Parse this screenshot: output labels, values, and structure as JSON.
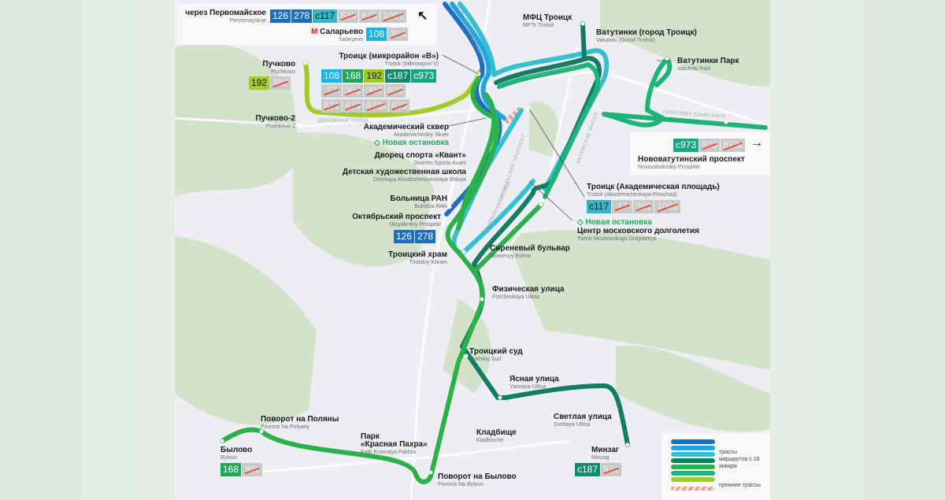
{
  "colors": {
    "dark_blue": "#1f6fbf",
    "light_blue": "#1aa6e0",
    "teal": "#35bfcf",
    "dark_teal": "#137c63",
    "green": "#2bb04a",
    "sea_green": "#1fb37a",
    "lime": "#a6c92a",
    "old": "#f2a08e"
  },
  "top_panel": {
    "via": {
      "ru": "через Первомайское",
      "tr": "Pervomayskoe",
      "badges": [
        {
          "n": "126",
          "c": "#1f6fb8"
        },
        {
          "n": "278",
          "c": "#1f6fb8"
        },
        {
          "n": "с117",
          "c": "#35b5c5",
          "dark": true
        },
        {
          "n": "526",
          "x": true
        },
        {
          "n": "875",
          "x": true
        },
        {
          "n": "1001",
          "x": true
        }
      ],
      "arrow": "↖"
    },
    "salaryevo": {
      "metro": "М",
      "ru": "Саларьево",
      "tr": "Salaryevo",
      "badges": [
        {
          "n": "108",
          "c": "#1ab3e6"
        },
        {
          "n": "304",
          "x": true
        }
      ]
    }
  },
  "stops": {
    "puchkovo": {
      "ru": "Пучково",
      "tr": "Puchkovo",
      "badges": [
        {
          "n": "192",
          "c": "#a6c92a",
          "dark": true
        },
        {
          "n": "302",
          "x": true
        }
      ]
    },
    "troitsk_v": {
      "ru": "Троицк (микрорайон «В»)",
      "tr": "Troitsk (Mikrorayon V)",
      "badges": [
        {
          "n": "108",
          "c": "#1ab3e6"
        },
        {
          "n": "168",
          "c": "#23a55a"
        },
        {
          "n": "192",
          "c": "#a6c92a",
          "dark": true
        },
        {
          "n": "с187",
          "c": "#138a6c"
        },
        {
          "n": "с973",
          "c": "#1aa581"
        },
        {
          "n": "17",
          "x": true
        },
        {
          "n": "302",
          "x": true
        },
        {
          "n": "304",
          "x": true
        },
        {
          "n": "526",
          "x": true
        },
        {
          "n": "871",
          "x": true
        },
        {
          "n": "873",
          "x": true
        },
        {
          "n": "873к",
          "x": true
        },
        {
          "n": "875",
          "x": true
        }
      ]
    },
    "puchkovo2": {
      "ru": "Пучково-2",
      "tr": "Puchkovo-2"
    },
    "akad_skver": {
      "ru": "Академический сквер",
      "tr": "Akademicheskiy Skver",
      "new": "◇ Новая остановка"
    },
    "kvant": {
      "ru": "Дворец спорта «Квант»",
      "tr": "Dvorets Sporta Kvant"
    },
    "art_school": {
      "ru": "Детская художественная школа",
      "tr": "Detskaya Khudozhestvennaya Shkola"
    },
    "ran": {
      "ru": "Больница РАН",
      "tr": "Bolnitsa RAN"
    },
    "oktyabrsky": {
      "ru": "Октябрьский проспект",
      "tr": "Oktyabrskiy Prospekt",
      "badges": [
        {
          "n": "126",
          "c": "#1f6fb8"
        },
        {
          "n": "278",
          "c": "#1f6fb8"
        }
      ]
    },
    "khram": {
      "ru": "Троицкий храм",
      "tr": "Troitskiy Khram"
    },
    "sireneviy": {
      "ru": "Сиреневый бульвар",
      "tr": "Sirenevyy Bulvar"
    },
    "fizicheskaya": {
      "ru": "Физическая улица",
      "tr": "Fizicheskaya Ulitsa"
    },
    "sud": {
      "ru": "Троицкий суд",
      "tr": "Troitskiy Sud"
    },
    "yasnaya": {
      "ru": "Ясная улица",
      "tr": "Yasnaya Ulitsa"
    },
    "kladbishche": {
      "ru": "Кладбище",
      "tr": "Kladbische"
    },
    "svetlaya": {
      "ru": "Светлая улица",
      "tr": "Svetlaya Ulitsa"
    },
    "minzag": {
      "ru": "Минзаг",
      "tr": "Minzag",
      "badges": [
        {
          "n": "с187",
          "c": "#138a6c"
        },
        {
          "n": "971",
          "x": true
        }
      ]
    },
    "povorot_bylovo": {
      "ru": "Поворот на Былово",
      "tr": "Povorot Na Bylovo"
    },
    "park": {
      "ru": "Парк",
      "ru2": "«Красная Пахра»",
      "tr": "Park Krasnaya Pakhra"
    },
    "polyany": {
      "ru": "Поворот на Поляны",
      "tr": "Povorot Na Polyany"
    },
    "bylovo": {
      "ru": "Былово",
      "tr": "Bylovo",
      "badges": [
        {
          "n": "168",
          "c": "#23a55a"
        },
        {
          "n": "301",
          "x": true
        }
      ]
    },
    "mfc": {
      "ru": "МФЦ Троицк",
      "tr": "MFTs Troitsk"
    },
    "vatutinki": {
      "ru": "Ватутинки (город Троицк)",
      "tr": "Vatutinki (Gorod Troitsk)"
    },
    "vatutinki_park": {
      "ru": "Ватутинки Парк",
      "tr": "Vatutinki Park"
    },
    "akad_pl": {
      "ru": "Троицк (Академическая площадь)",
      "tr": "Troitsk (Akademicheskaya Ploschad)",
      "badges": [
        {
          "n": "с117",
          "c": "#35b5c5",
          "dark": true
        },
        {
          "n": "17",
          "x": true
        },
        {
          "n": "301",
          "x": true
        },
        {
          "n": "1001",
          "x": true
        }
      ]
    },
    "dolgoletie": {
      "new": "◇ Новая остановка",
      "ru": "Центр московского долголетия",
      "tr": "Tsentr Moskovskogo Dolgoletiya"
    }
  },
  "novovatutinsky": {
    "ru": "Нововатутинский проспект",
    "tr": "Novovatutinskiy Prospekt",
    "arrow": "→",
    "badges": [
      {
        "n": "с973",
        "c": "#1aa581"
      },
      {
        "n": "873",
        "x": true
      },
      {
        "n": "873к",
        "x": true
      }
    ]
  },
  "streets": {
    "dorozhnaya": "ДОРОЖНАЯ УЛИЦА",
    "gorodskaya": "ГОРОДСКАЯ УЛИЦА",
    "slavskogo": "ПРОСПЕКТ СЛАВСКОГО",
    "kaluzhskoe": "КАЛУЖСКОЕ ШОССЕ",
    "oktyabrsky": "ОКТЯБРЬСКИЙ ПРОСПЕКТ",
    "tsentralnaya": "ЦЕНТРАЛЬНАЯ УЛИЦА",
    "vol_oktyabrskaya": "ВОЛ. ОКТЯБРЬСКАЯ УЛ."
  },
  "legend": {
    "new_routes": "трассы маршрутов с 18 января",
    "old_routes": "прежние трассы"
  }
}
